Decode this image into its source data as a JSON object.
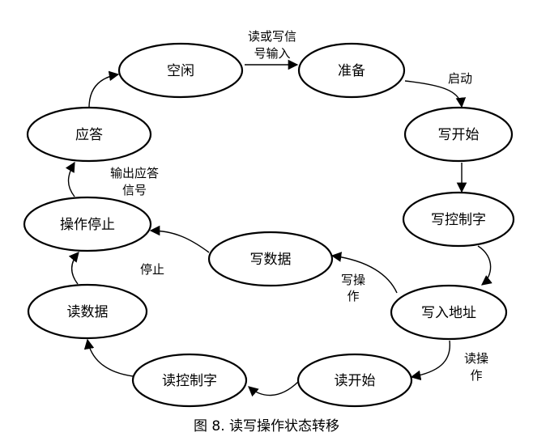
{
  "diagram": {
    "nodes": {
      "idle": "空闲",
      "prepare": "准备",
      "write_start": "写开始",
      "write_ctrl": "写控制字",
      "write_addr": "写入地址",
      "write_data": "写数据",
      "op_stop": "操作停止",
      "read_data": "读数据",
      "read_ctrl": "读控制字",
      "read_start": "读开始",
      "ack": "应答"
    },
    "edge_labels": {
      "rw_signal_1": "读或写信",
      "rw_signal_2": "号输入",
      "start": "启动",
      "write_op_1": "写操",
      "write_op_2": "作",
      "read_op_1": "读操",
      "read_op_2": "作",
      "stop": "停止",
      "ack_signal_1": "输出应答",
      "ack_signal_2": "信号"
    }
  },
  "caption": "图 8. 读写操作状态转移"
}
